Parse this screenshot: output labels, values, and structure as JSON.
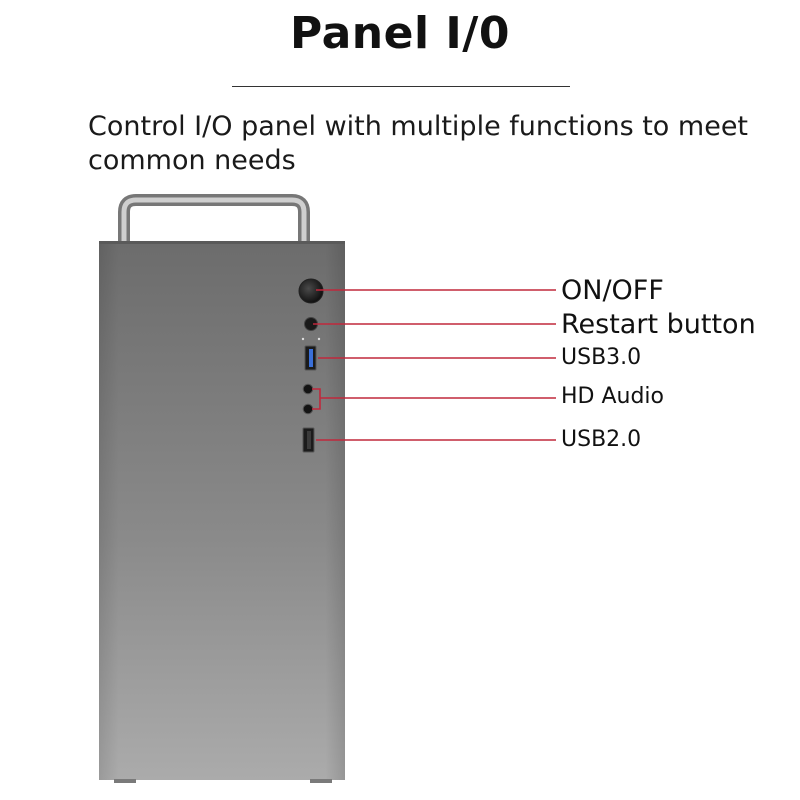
{
  "title": "Panel I/0",
  "subtitle": "Control I/O panel with multiple functions to meet common needs",
  "callouts": [
    {
      "label": "ON/OFF",
      "icon": "power-button-icon"
    },
    {
      "label": "Restart button",
      "icon": "restart-button-icon"
    },
    {
      "label": "USB3.0",
      "icon": "usb3-port-icon"
    },
    {
      "label": "HD Audio",
      "icon": "audio-jack-icon"
    },
    {
      "label": "USB2.0",
      "icon": "usb2-port-icon"
    }
  ],
  "colors": {
    "leader_line": "#c0283c",
    "case_top": "#6e6e6e",
    "case_bottom": "#a6a6a6",
    "usb3_accent": "#3a6fd8"
  }
}
